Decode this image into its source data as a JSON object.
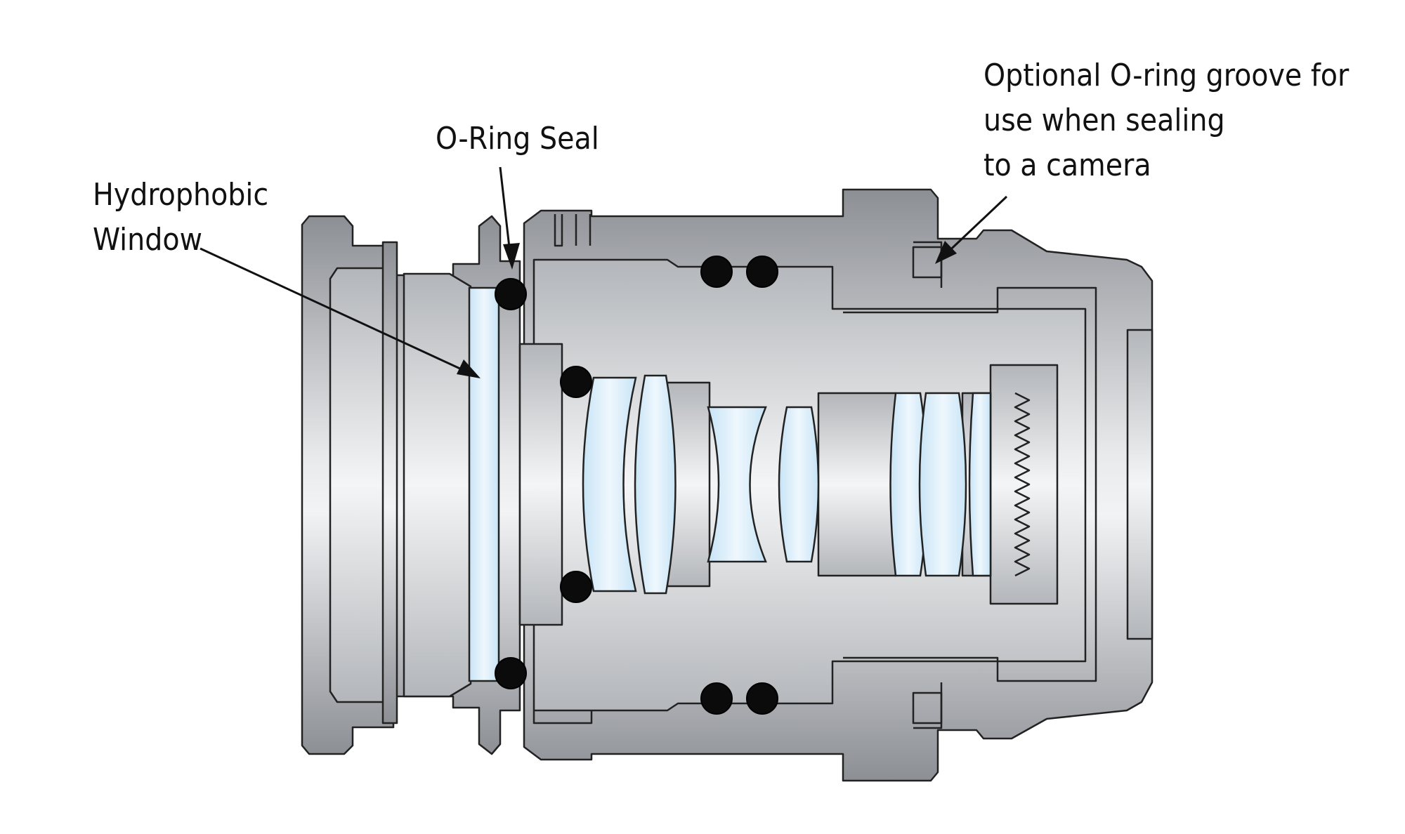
{
  "diagram": {
    "callouts": {
      "hydrophobic_window": [
        "Hydrophobic",
        "Window"
      ],
      "o_ring_seal": "O-Ring Seal",
      "optional_groove": [
        "Optional O-ring groove for",
        "use when sealing",
        "to a camera"
      ]
    },
    "colors": {
      "metal_dark": "#8c8f94",
      "metal_light": "#f2f3f5",
      "glass": "#d6ecf8",
      "oring": "#0b0b0b",
      "outline": "#222222"
    }
  }
}
